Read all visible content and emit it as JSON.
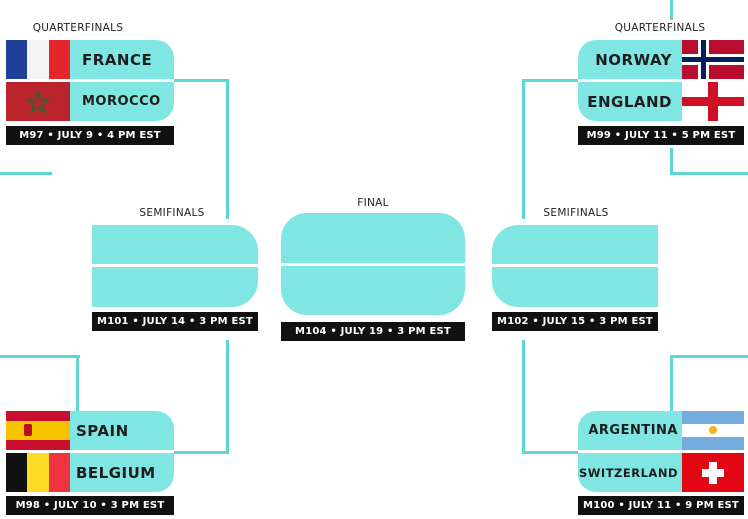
{
  "bracket": {
    "labels": {
      "quarterfinals": "QUARTERFINALS",
      "semifinals": "SEMIFINALS",
      "final": "FINAL"
    },
    "qf_top_left": {
      "team1": "FRANCE",
      "team2": "MOROCCO",
      "match": "M97 • JULY 9 • 4 PM EST"
    },
    "qf_top_right": {
      "team1": "NORWAY",
      "team2": "ENGLAND",
      "match": "M99 • JULY 11 • 5 PM EST"
    },
    "qf_bottom_left": {
      "team1": "SPAIN",
      "team2": "BELGIUM",
      "match": "M98 • JULY 10 • 3 PM EST"
    },
    "qf_bottom_right": {
      "team1": "ARGENTINA",
      "team2": "SWITZERLAND",
      "match": "M100 • JULY 11 • 9 PM EST"
    },
    "sf_left": {
      "match": "M101 • JULY 14 • 3 PM EST"
    },
    "final": {
      "match": "M104 • JULY 19 • 3 PM EST"
    },
    "sf_right": {
      "match": "M102 • JULY 15 • 3 PM EST"
    }
  },
  "colors": {
    "bracket_fill": "#7fe6e4",
    "bracket_line": "#5fd6d6",
    "label_bg": "#111111"
  }
}
